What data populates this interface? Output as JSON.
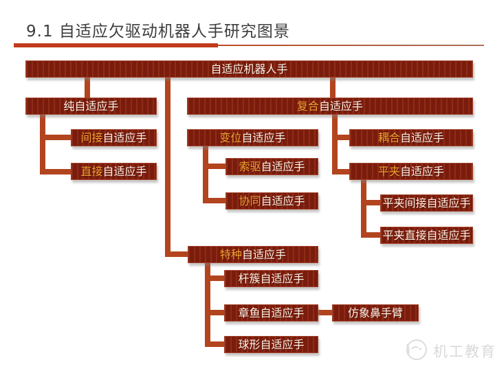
{
  "slide": {
    "title": "9.1 自适应欠驱动机器人手研究图景",
    "accent_color": "#c23a1c",
    "background_color": "#ffffff"
  },
  "diagram": {
    "type": "tree",
    "node_fill": "#7a1c0d",
    "node_stripe": "#8f2c16",
    "node_border": "#a3442a",
    "connector_color": "#b2441e",
    "node_text_color": "#fdf3e7",
    "node_highlight_text_color": "#f2a233",
    "nodes": [
      {
        "id": "adaptive-robot-hand",
        "highlight": "",
        "rest": "自适应机器人手",
        "parent": null
      },
      {
        "id": "pure-adaptive-hand",
        "highlight": "",
        "rest": "纯自适应手",
        "parent": "adaptive-robot-hand"
      },
      {
        "id": "composite-adaptive-hand",
        "highlight": "复合",
        "rest": "自适应手",
        "parent": "adaptive-robot-hand"
      },
      {
        "id": "indirect-adaptive-hand",
        "highlight": "间接",
        "rest": "自适应手",
        "parent": "pure-adaptive-hand"
      },
      {
        "id": "direct-adaptive-hand",
        "highlight": "直接",
        "rest": "自适应手",
        "parent": "pure-adaptive-hand"
      },
      {
        "id": "displacement-adaptive-hand",
        "highlight": "变位",
        "rest": "自适应手",
        "parent": "composite-adaptive-hand"
      },
      {
        "id": "cable-driven-adaptive-hand",
        "highlight": "索驱",
        "rest": "自适应手",
        "parent": "displacement-adaptive-hand"
      },
      {
        "id": "synergy-adaptive-hand",
        "highlight": "协同",
        "rest": "自适应手",
        "parent": "displacement-adaptive-hand"
      },
      {
        "id": "coupled-adaptive-hand",
        "highlight": "耦合",
        "rest": "自适应手",
        "parent": "composite-adaptive-hand"
      },
      {
        "id": "parallel-clamp-adaptive-hand",
        "highlight": "平夹",
        "rest": "自适应手",
        "parent": "composite-adaptive-hand"
      },
      {
        "id": "parallel-indirect-adaptive-hand",
        "highlight": "",
        "rest": "平夹间接自适应手",
        "parent": "parallel-clamp-adaptive-hand"
      },
      {
        "id": "parallel-direct-adaptive-hand",
        "highlight": "",
        "rest": "平夹直接自适应手",
        "parent": "parallel-clamp-adaptive-hand"
      },
      {
        "id": "special-adaptive-hand",
        "highlight": "特种",
        "rest": "自适应手",
        "parent": "adaptive-robot-hand"
      },
      {
        "id": "rod-cluster-adaptive-hand",
        "highlight": "",
        "rest": "杆簇自适应手",
        "parent": "special-adaptive-hand"
      },
      {
        "id": "octopus-adaptive-hand",
        "highlight": "",
        "rest": "章鱼自适应手",
        "parent": "special-adaptive-hand"
      },
      {
        "id": "elephant-trunk-arm",
        "highlight": "",
        "rest": "仿象鼻手臂",
        "parent": "octopus-adaptive-hand"
      },
      {
        "id": "spherical-adaptive-hand",
        "highlight": "",
        "rest": "球形自适应手",
        "parent": "special-adaptive-hand"
      }
    ]
  },
  "watermark": {
    "brand": "机工教育",
    "icon": "brand-circle-icon",
    "color": "#d9d9d9"
  }
}
